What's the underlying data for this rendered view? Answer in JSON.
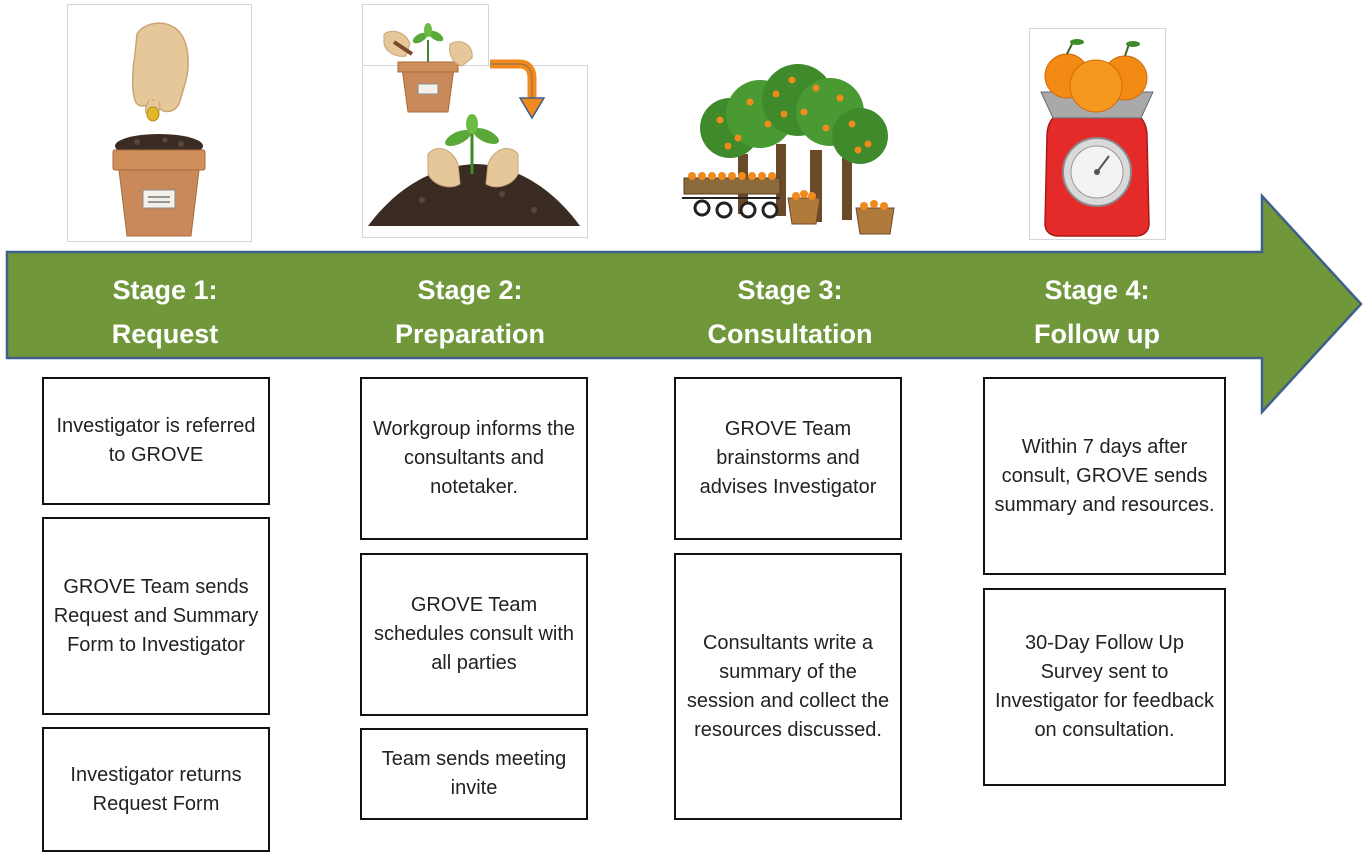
{
  "diagram": {
    "arrow_color": "#70973a",
    "arrow_border": "#3f5f8c",
    "stages": [
      {
        "title_line1": "Stage 1:",
        "title_line2": "Request",
        "illustration": "seed-in-pot-icon",
        "steps": [
          "Investigator is referred to GROVE",
          "GROVE Team sends Request and Summary Form to Investigator",
          "Investigator returns Request Form"
        ]
      },
      {
        "title_line1": "Stage 2:",
        "title_line2": "Preparation",
        "illustration": "transplant-seedling-icon",
        "steps": [
          "Workgroup informs the consultants and notetaker.",
          "GROVE Team schedules consult with all parties",
          "Team sends meeting invite"
        ]
      },
      {
        "title_line1": "Stage 3:",
        "title_line2": "Consultation",
        "illustration": "orange-grove-harvest-icon",
        "steps": [
          "GROVE Team brainstorms and advises Investigator",
          "Consultants write a summary of the session and collect the resources discussed."
        ]
      },
      {
        "title_line1": "Stage 4:",
        "title_line2": "Follow up",
        "illustration": "oranges-on-scale-icon",
        "steps": [
          "Within 7 days after consult, GROVE sends summary and resources.",
          "30-Day Follow Up Survey sent to Investigator for feedback on consultation."
        ]
      }
    ]
  }
}
